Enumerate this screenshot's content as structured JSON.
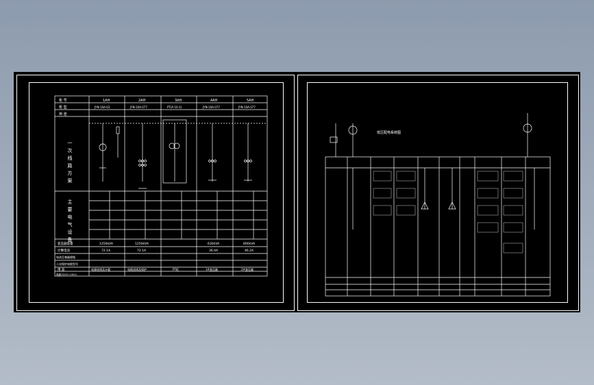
{
  "left_sheet": {
    "header_rows": [
      "柜 号",
      "柜 型",
      "用 途"
    ],
    "header_cols": [
      "1AH",
      "2AH",
      "3AH",
      "4AH",
      "5AH"
    ],
    "cabinet_models": [
      "JYN-10A-63",
      "JYN-10A-077",
      "PT(A-10-3)",
      "JYN-10A-077",
      "JYN-10A-077"
    ],
    "section_primary": "一次线路方案",
    "section_equipment": "主要电气设备",
    "footer_rows": [
      "变压器容量",
      "计算电流",
      "电流互感器规格",
      "二次保护电缆型号",
      "用 途",
      "电缆(YJV22-10kV)"
    ],
    "capacities": [
      "1250kVA",
      "1250kVA",
      "",
      "630kVA",
      "800kVA"
    ],
    "currents": [
      "72.1A",
      "72.1A",
      "",
      "36.4A",
      "46.2A"
    ],
    "uses": [
      "电源进线及计量",
      "电缆进线及保护",
      "PT柜",
      "1#变压器",
      "2#变压器"
    ]
  },
  "right_sheet": {
    "caption": "低压配电系统图"
  },
  "colors": {
    "line": "#ffffff",
    "accent": "#00ffff",
    "background": "#000000"
  },
  "icons": [
    "transformer-icon",
    "breaker-icon",
    "ground-icon",
    "arrester-icon"
  ]
}
